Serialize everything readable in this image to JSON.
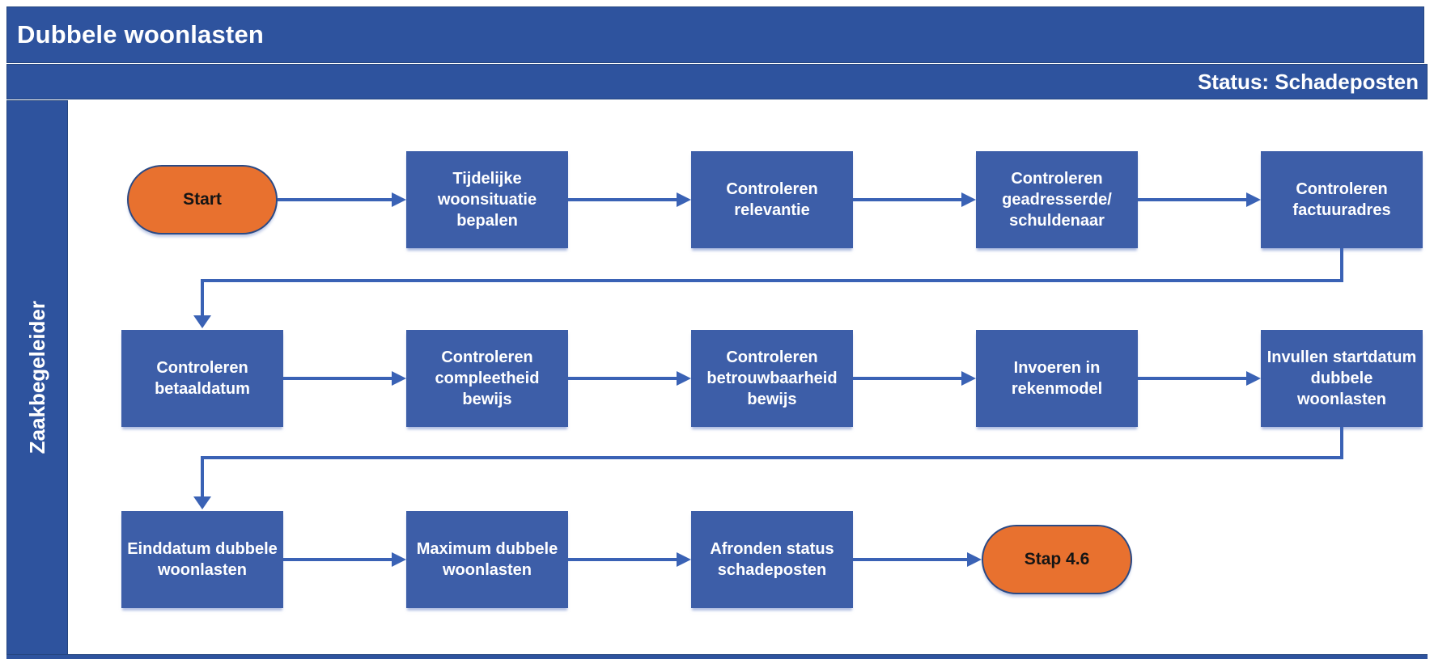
{
  "header": {
    "title": "Dubbele woonlasten"
  },
  "status": {
    "label": "Status: Schadeposten"
  },
  "lane": {
    "label": "Zaakbegeleider"
  },
  "flow": {
    "start": {
      "label": "Start"
    },
    "end": {
      "label": "Stap 4.6"
    },
    "steps": [
      {
        "label": "Tijdelijke\nwoonsituatie\nbepalen"
      },
      {
        "label": "Controleren\nrelevantie"
      },
      {
        "label": "Controleren\ngeadresserde/\nschuldenaar"
      },
      {
        "label": "Controleren\nfactuuradres"
      },
      {
        "label": "Controleren\nbetaaldatum"
      },
      {
        "label": "Controleren\ncompleetheid\nbewijs"
      },
      {
        "label": "Controleren\nbetrouwbaarheid\nbewijs"
      },
      {
        "label": "Invoeren in\nrekenmodel"
      },
      {
        "label": "Invullen startdatum\ndubbele\nwoonlasten"
      },
      {
        "label": "Einddatum dubbele\nwoonlasten"
      },
      {
        "label": "Maximum dubbele\nwoonlasten"
      },
      {
        "label": "Afronden status\nschadeposten"
      }
    ]
  },
  "colors": {
    "bar_blue": "#2e539e",
    "box_blue": "#3d5ea8",
    "arrow_blue": "#3a62b5",
    "accent_orange": "#e8712f",
    "terminator_border": "#2b4a85"
  }
}
